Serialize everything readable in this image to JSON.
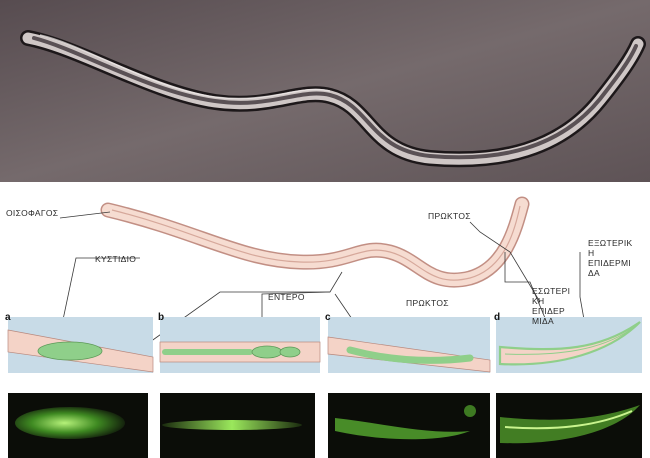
{
  "labels": {
    "esophagus": "ΟΙΣΟΦΑΓΟΣ",
    "bladder": "ΚΥΣΤΙΔΙΟ",
    "intestine": "ΕΝΤΕΡΟ",
    "anus_top": "ΠΡΩΚΤΟΣ",
    "anus_panel": "ΠΡΩΚΤΟΣ",
    "inner_epidermis": "ΕΣΩΤΕΡΙ\nΚΗ\nΕΠΙΔΕΡ\nΜΙΔΑ",
    "outer_epidermis": "ΕΞΩΤΕΡΙΚ\nΗ\nΕΠΙΔΕΡΜΙ\nΔΑ"
  },
  "panels": [
    "a",
    "b",
    "c",
    "d"
  ],
  "colors": {
    "photo_bg": "#6f6466",
    "worm_fill": "#f4d3c7",
    "worm_stroke": "#c48c80",
    "panel_bg": "#c8dbe7",
    "tissue_green": "#8fcf8a",
    "fluor_bg": "#0b0d08",
    "fluor_green": "#7fe04a"
  }
}
